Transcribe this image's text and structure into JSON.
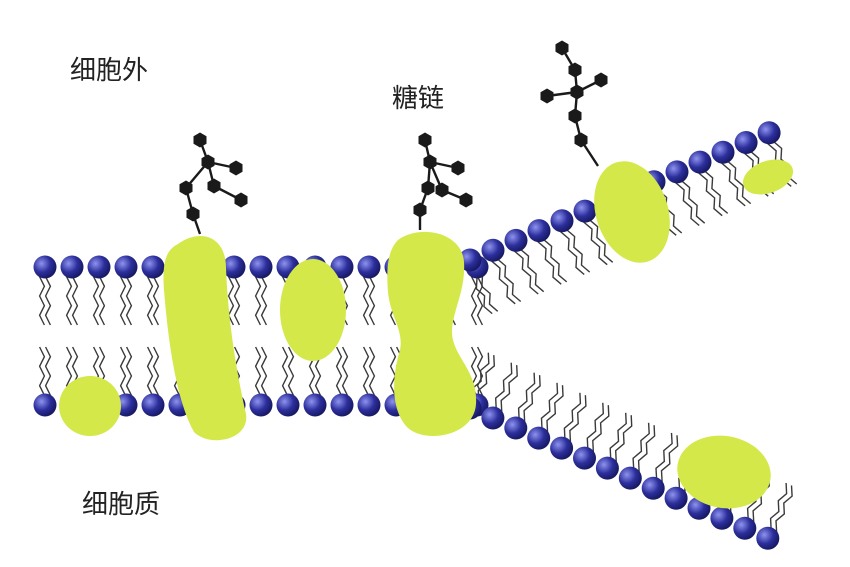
{
  "labels": {
    "extracellular": "细胞外",
    "sugar_chain": "糖链",
    "cytoplasm": "细胞质"
  },
  "colors": {
    "lipid_head": "#2c2f9c",
    "lipid_head_highlight": "#8e92ee",
    "lipid_tail": "#3a3a3a",
    "protein": "#d4e84a",
    "sugar": "#1a1a1a",
    "background": "#ffffff"
  }
}
